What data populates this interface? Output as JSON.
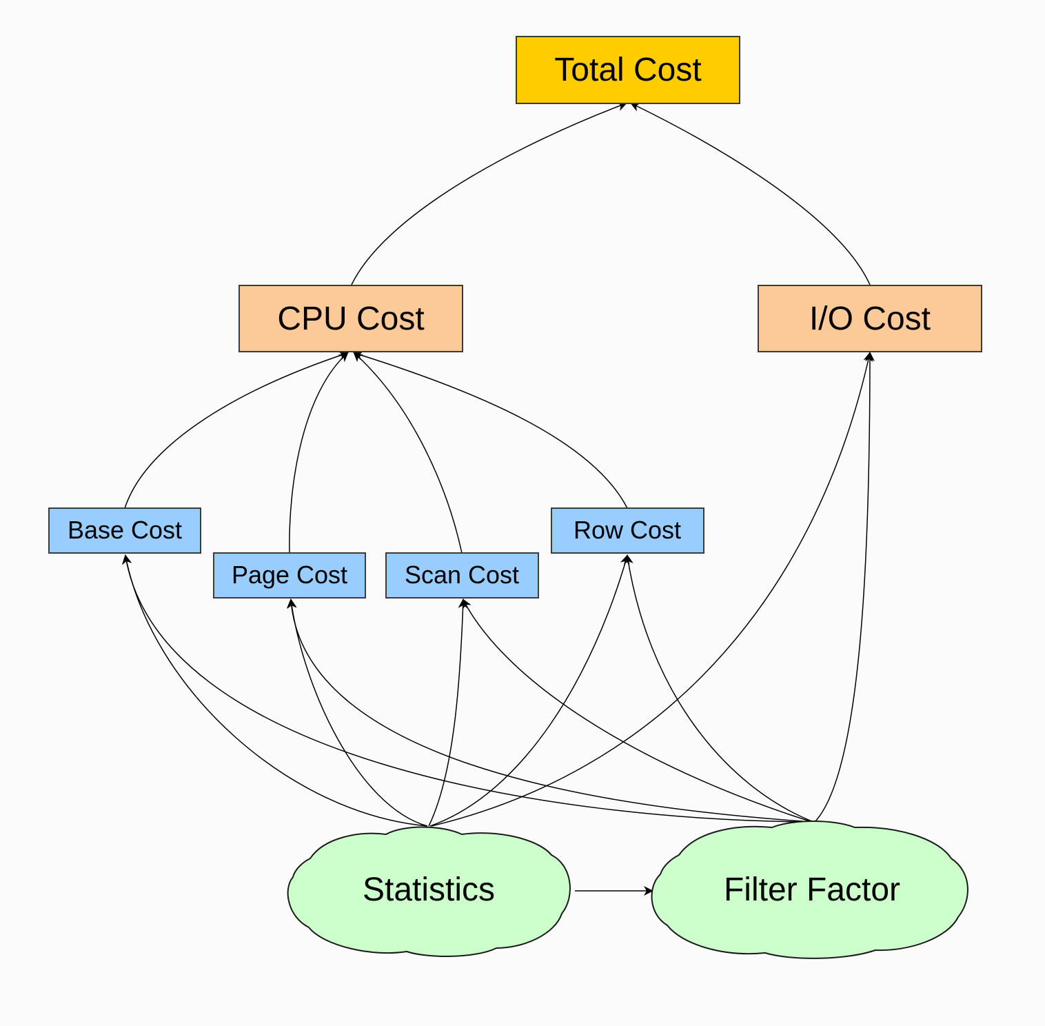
{
  "nodes": {
    "total_cost": {
      "label": "Total Cost",
      "fill": "#ffcc00"
    },
    "cpu_cost": {
      "label": "CPU Cost",
      "fill": "#fcc998"
    },
    "io_cost": {
      "label": "I/O Cost",
      "fill": "#fcc998"
    },
    "base_cost": {
      "label": "Base Cost",
      "fill": "#99ccff"
    },
    "page_cost": {
      "label": "Page Cost",
      "fill": "#99ccff"
    },
    "scan_cost": {
      "label": "Scan Cost",
      "fill": "#99ccff"
    },
    "row_cost": {
      "label": "Row Cost",
      "fill": "#99ccff"
    },
    "statistics": {
      "label": "Statistics",
      "fill": "#ccffcc"
    },
    "filter_factor": {
      "label": "Filter Factor",
      "fill": "#ccffcc"
    }
  },
  "edges": [
    {
      "from": "cpu_cost",
      "to": "total_cost"
    },
    {
      "from": "io_cost",
      "to": "total_cost"
    },
    {
      "from": "base_cost",
      "to": "cpu_cost"
    },
    {
      "from": "page_cost",
      "to": "cpu_cost"
    },
    {
      "from": "scan_cost",
      "to": "cpu_cost"
    },
    {
      "from": "row_cost",
      "to": "cpu_cost"
    },
    {
      "from": "statistics",
      "to": "base_cost"
    },
    {
      "from": "statistics",
      "to": "page_cost"
    },
    {
      "from": "statistics",
      "to": "scan_cost"
    },
    {
      "from": "statistics",
      "to": "row_cost"
    },
    {
      "from": "statistics",
      "to": "io_cost"
    },
    {
      "from": "statistics",
      "to": "filter_factor"
    },
    {
      "from": "filter_factor",
      "to": "base_cost"
    },
    {
      "from": "filter_factor",
      "to": "page_cost"
    },
    {
      "from": "filter_factor",
      "to": "scan_cost"
    },
    {
      "from": "filter_factor",
      "to": "row_cost"
    },
    {
      "from": "filter_factor",
      "to": "io_cost"
    }
  ]
}
